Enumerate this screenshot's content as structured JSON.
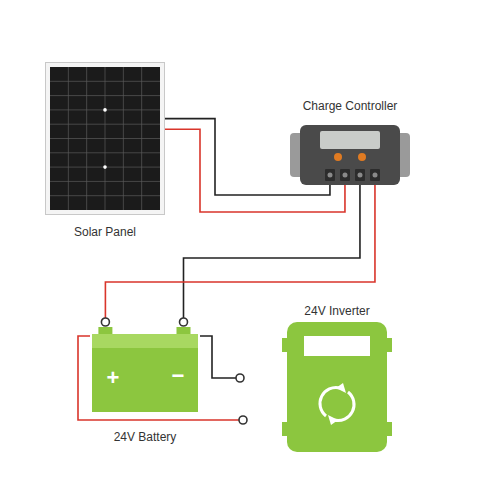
{
  "diagram": {
    "nodes": [
      {
        "text": [
          "Solar Panel"
        ]
      },
      {
        "text": [
          "Charge Controller"
        ]
      },
      {
        "text": [
          "24V Battery"
        ]
      },
      {
        "text": [
          "24V Inverter"
        ]
      }
    ],
    "edges": [
      {
        "from": 0,
        "to": 1,
        "arrow": "none"
      },
      {
        "from": 0,
        "to": 1,
        "arrow": "none"
      },
      {
        "from": 1,
        "to": 2,
        "arrow": "none"
      },
      {
        "from": 1,
        "to": 2,
        "arrow": "none"
      }
    ],
    "labels": [
      "+",
      "−"
    ]
  }
}
